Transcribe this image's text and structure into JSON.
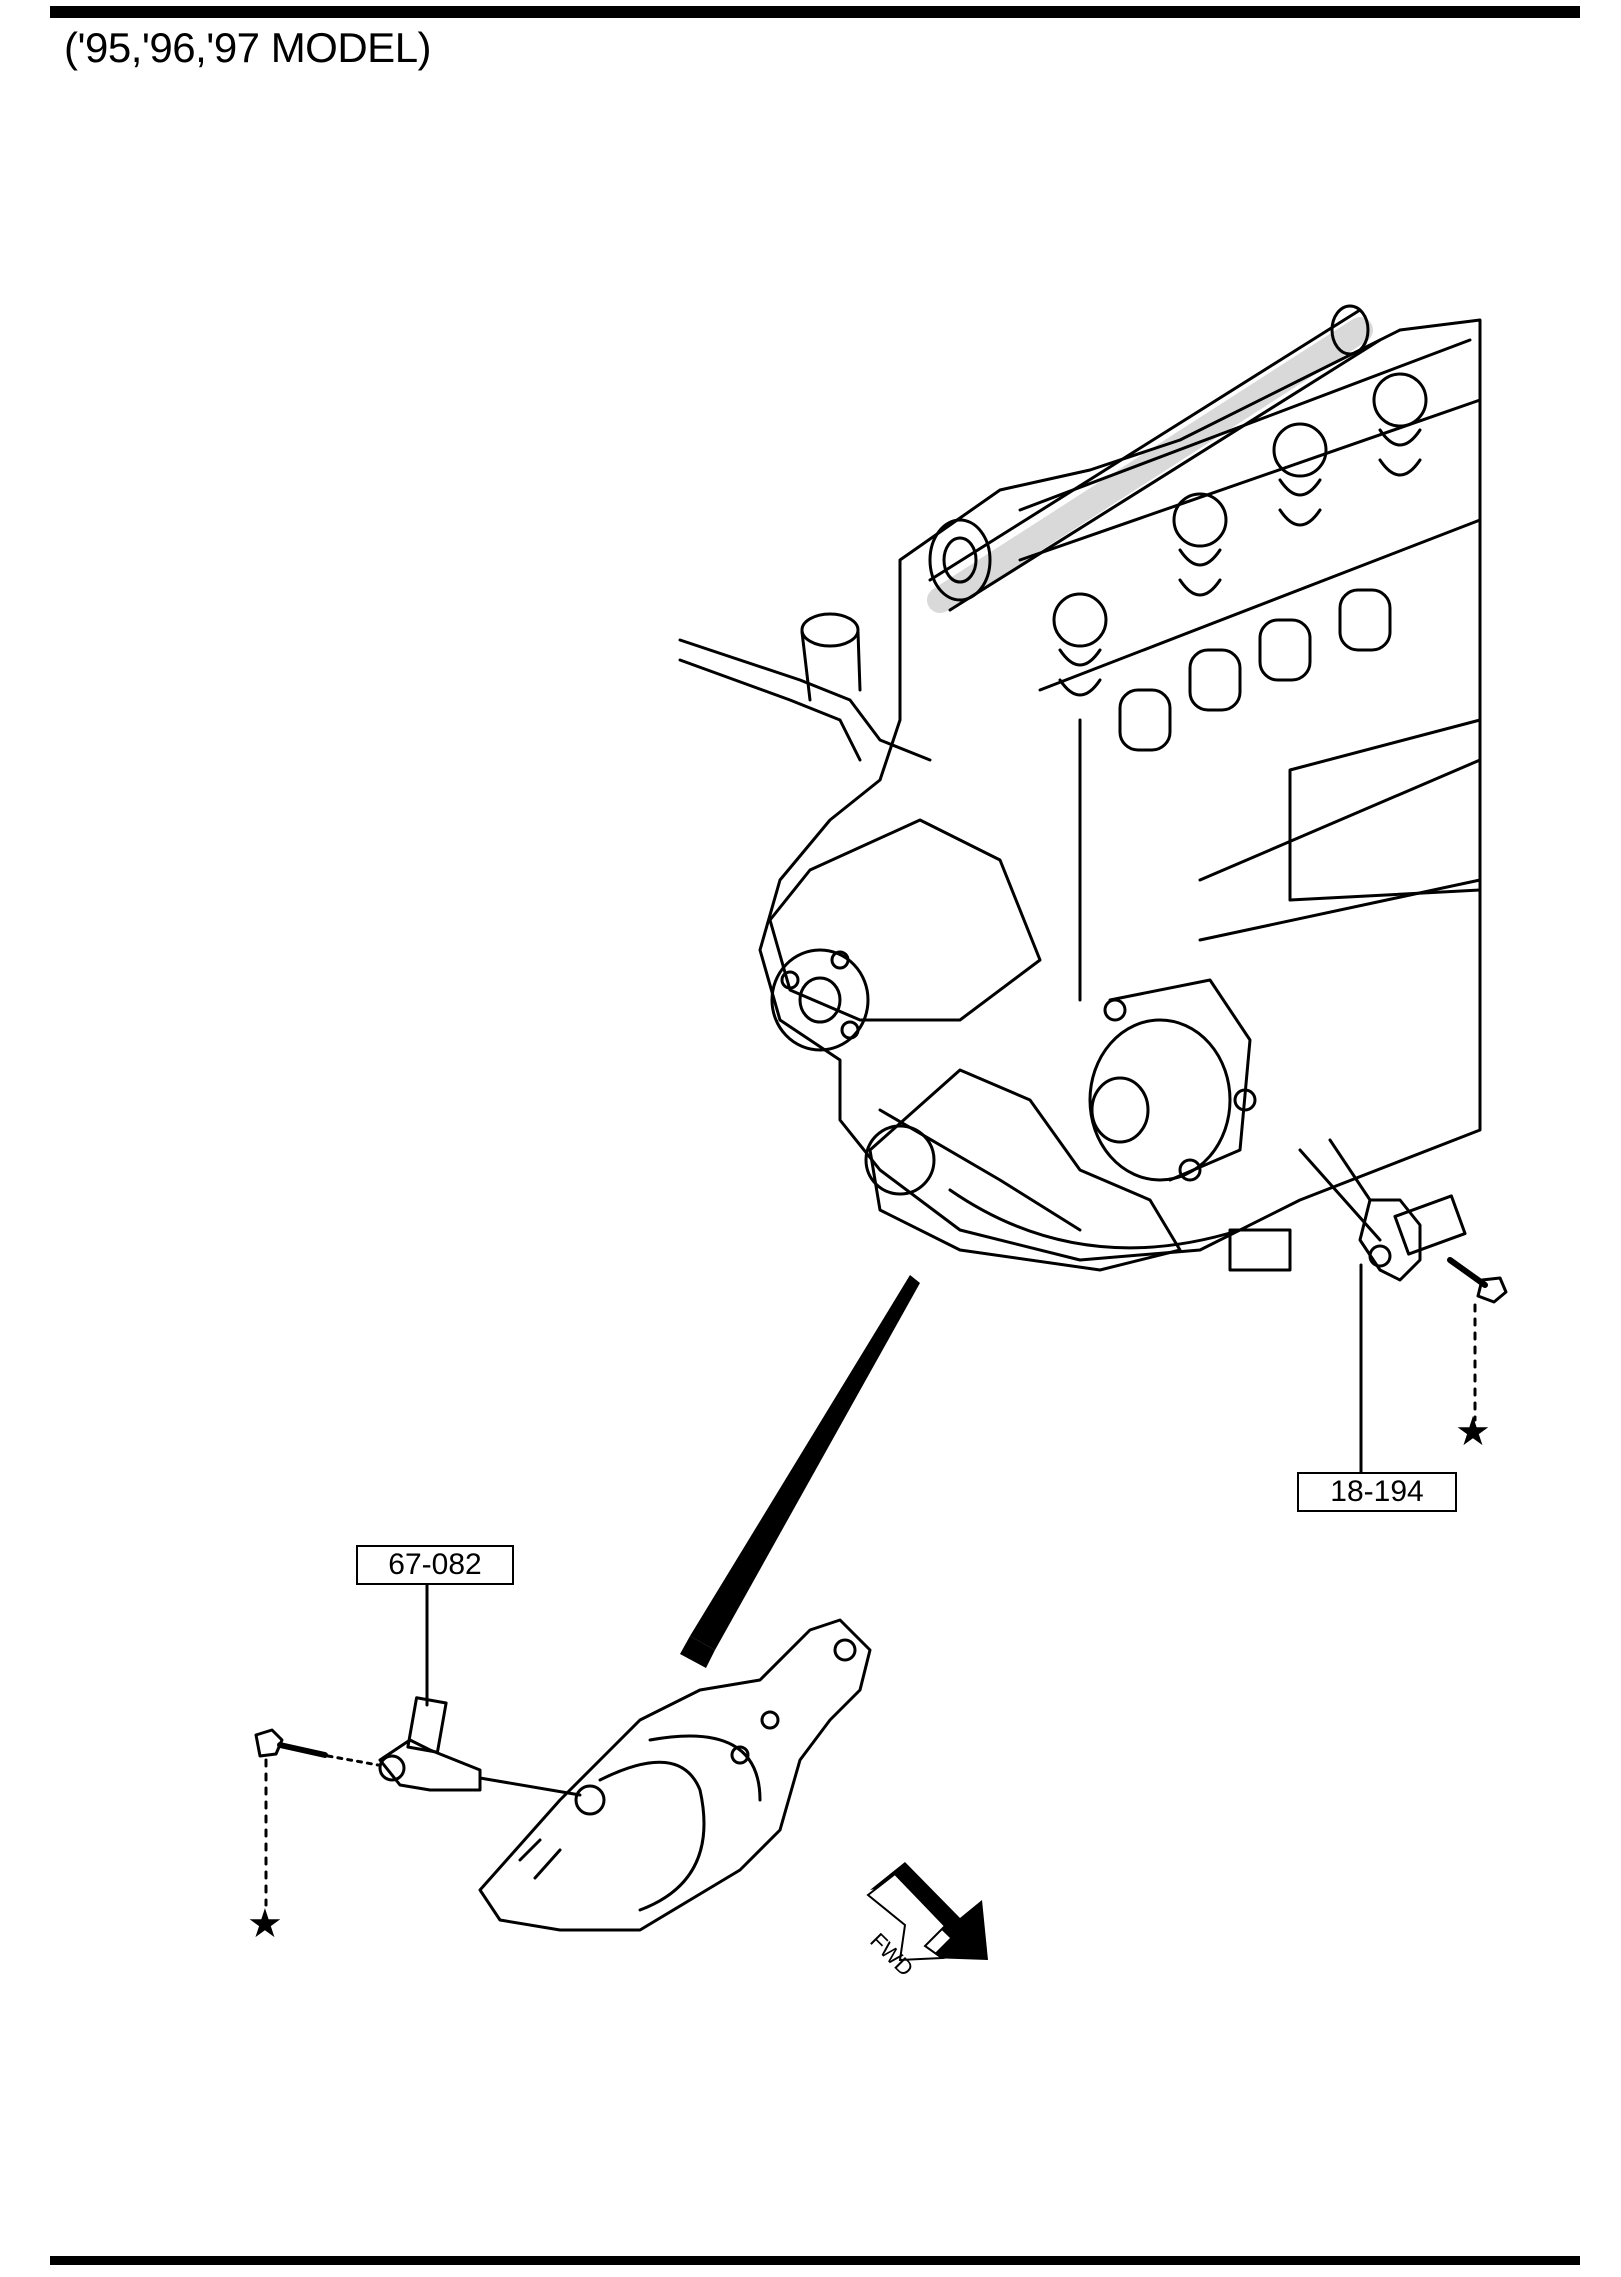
{
  "header": {
    "title": "('95,'96,'97 MODEL)"
  },
  "callouts": [
    {
      "part_ref": "18-194"
    },
    {
      "part_ref": "67-082"
    }
  ],
  "direction_arrow": {
    "label": "FWD"
  },
  "symbols": {
    "fastener_marker": "★"
  }
}
